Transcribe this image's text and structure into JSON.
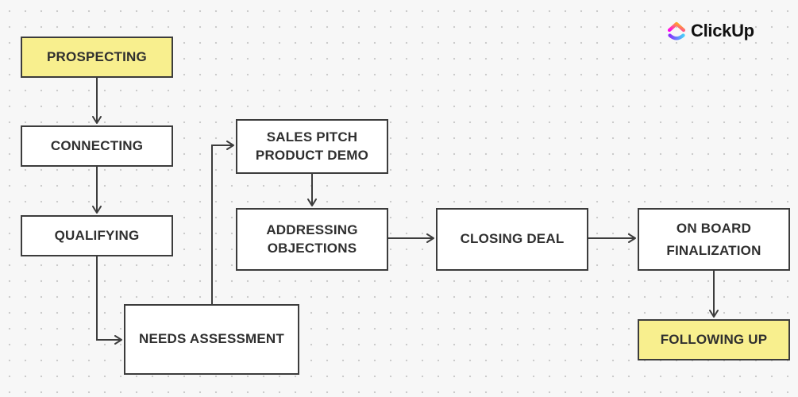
{
  "logo": {
    "name": "ClickUp",
    "colors": [
      "#7b68ee",
      "#ff02f0",
      "#ffc800",
      "#49ccf9"
    ]
  },
  "colors": {
    "highlight": "#f8ef8e",
    "box": "#ffffff",
    "border": "#3c3c3c",
    "text": "#2f2f2f"
  },
  "steps": {
    "prospecting": "PROSPECTING",
    "connecting": "CONNECTING",
    "qualifying": "QUALIFYING",
    "needs_assessment": "NEEDS ASSESSMENT",
    "sales_pitch": [
      "SALES PITCH",
      "PRODUCT DEMO"
    ],
    "addressing_objections": [
      "ADDRESSING",
      "OBJECTIONS"
    ],
    "closing_deal": "CLOSING DEAL",
    "on_board": [
      "ON BOARD",
      "FINALIZATION"
    ],
    "following_up": "FOLLOWING UP"
  },
  "connections": [
    [
      "prospecting",
      "connecting"
    ],
    [
      "connecting",
      "qualifying"
    ],
    [
      "qualifying",
      "needs_assessment"
    ],
    [
      "needs_assessment",
      "sales_pitch"
    ],
    [
      "sales_pitch",
      "addressing_objections"
    ],
    [
      "addressing_objections",
      "closing_deal"
    ],
    [
      "closing_deal",
      "on_board"
    ],
    [
      "on_board",
      "following_up"
    ]
  ]
}
